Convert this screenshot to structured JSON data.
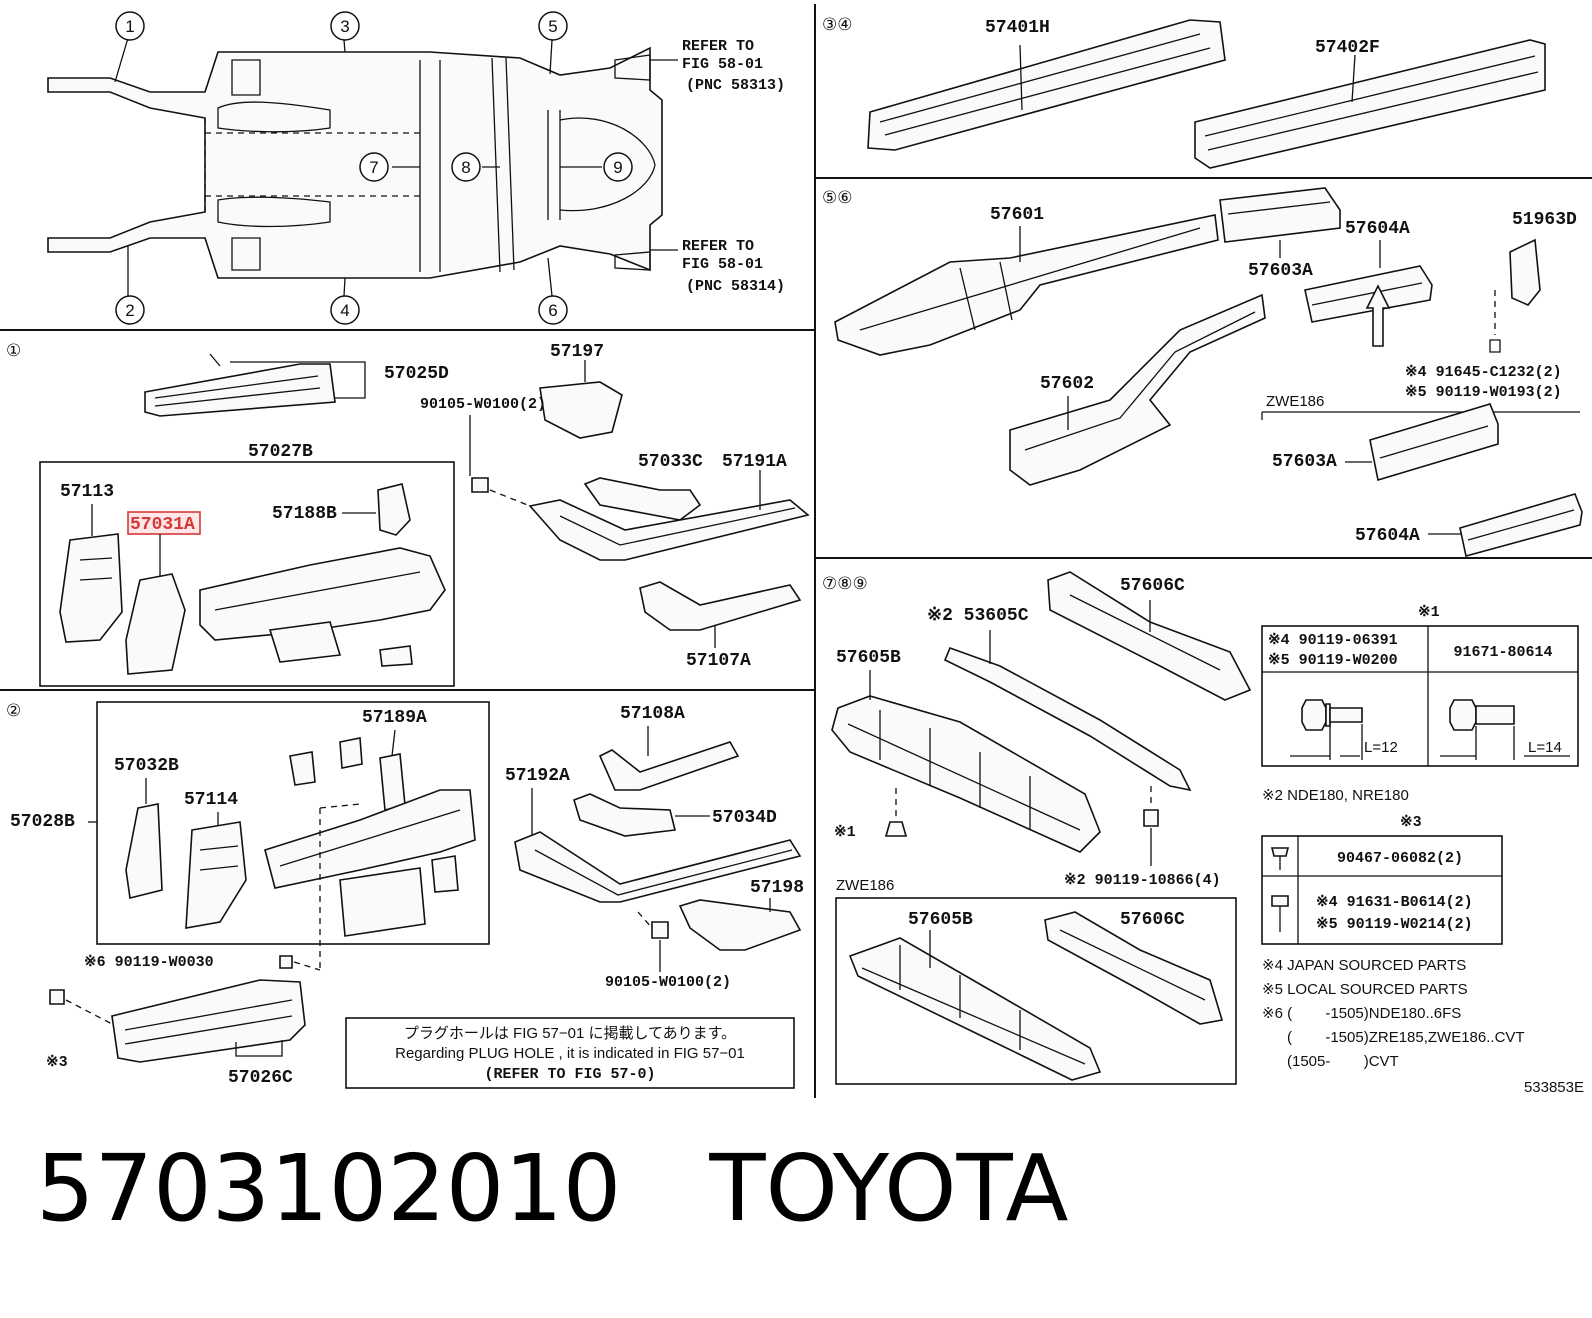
{
  "overview": {
    "circle_labels": [
      "1",
      "2",
      "3",
      "4",
      "5",
      "6",
      "7",
      "8",
      "9"
    ],
    "refer_top": [
      "REFER TO",
      "FIG 58-01",
      "(PNC 58313)"
    ],
    "refer_bottom": [
      "REFER TO",
      "FIG 58-01",
      "(PNC 58314)"
    ]
  },
  "section_headers": {
    "s34": "③④",
    "s56": "⑤⑥",
    "s1": "①",
    "s2": "②",
    "s789": "⑦⑧⑨"
  },
  "parts": {
    "p57401H": "57401H",
    "p57402F": "57402F",
    "p57601": "57601",
    "p57603A": "57603A",
    "p57604A": "57604A",
    "p51963D": "51963D",
    "p57602": "57602",
    "note_k4_91645": "※4 91645-C1232(2)",
    "note_k5_90119": "※5 90119-W0193(2)",
    "zwe186": "ZWE186",
    "p57603A_b": "57603A",
    "p57604A_b": "57604A",
    "p57025D": "57025D",
    "p57197": "57197",
    "bolt_90105_a": "90105-W0100(2)",
    "p57027B": "57027B",
    "p57033C": "57033C",
    "p57191A": "57191A",
    "p57113": "57113",
    "p57031A": "57031A",
    "p57188B": "57188B",
    "p57107A": "57107A",
    "p57189A": "57189A",
    "p57108A": "57108A",
    "p57032B": "57032B",
    "p57192A": "57192A",
    "p57114": "57114",
    "p57028B": "57028B",
    "p57034D": "57034D",
    "p57198": "57198",
    "bolt_k6_90119": "※6 90119-W0030",
    "bolt_90105_b": "90105-W0100(2)",
    "k3": "※3",
    "p57026C": "57026C",
    "p53605C": "※2 53605C",
    "p57606C": "57606C",
    "p57605B": "57605B",
    "k1": "※1",
    "bolt_k2_90119": "※2 90119-10866(4)",
    "zwe186_b": "ZWE186",
    "p57605B_b": "57605B",
    "p57606C_b": "57606C"
  },
  "plug_note": {
    "jp": "プラグホールは FIG 57−01 に掲載してあります。",
    "en": "Regarding PLUG HOLE , it is indicated in FIG 57−01",
    "refer": "(REFER TO FIG 57-0)"
  },
  "k1_table": {
    "title": "※1",
    "left_line1": "※4 90119-06391",
    "left_line2": "※5 90119-W0200",
    "right": "91671-80614",
    "len_left": "L=12",
    "len_right": "L=14"
  },
  "k2_note": "※2 NDE180, NRE180",
  "k3_table": {
    "title": "※3",
    "row1": "90467-06082(2)",
    "row2_line1": "※4 91631-B0614(2)",
    "row2_line2": "※5 90119-W0214(2)"
  },
  "footnotes": [
    "※4 JAPAN SOURCED PARTS",
    "※5 LOCAL SOURCED PARTS",
    "※6 (        -1505)NDE180..6FS",
    "      (        -1505)ZRE185,ZWE186..CVT",
    "      (1505-        )CVT"
  ],
  "figure_id": "533853E",
  "caption": {
    "part_number": "5703102010",
    "brand": "TOYOTA"
  },
  "highlight_color": "#d23a3a"
}
